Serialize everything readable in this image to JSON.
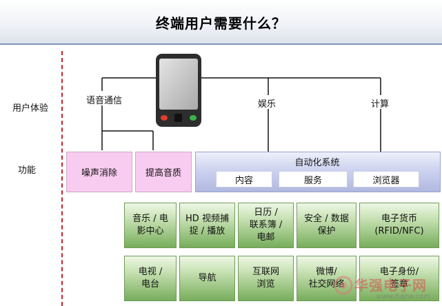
{
  "title": "终端用户需要什么？",
  "rows": {
    "experience": "用户体验",
    "functions": "功能"
  },
  "experience": {
    "voice": "语音通信",
    "entertainment": "娱乐",
    "computing": "计算"
  },
  "voice_functions": [
    "噪声消除",
    "提高音质"
  ],
  "automation": {
    "title": "自动化系统",
    "items": [
      "内容",
      "服务",
      "浏览器"
    ]
  },
  "applications": [
    [
      "音乐 / 电\n影中心",
      "HD 视频捕\n捉 / 播放",
      "日历 /\n联系簿 /\n电邮",
      "安全 / 数据\n保护",
      "电子货币\n(RFID/NFC)"
    ],
    [
      "电视 /\n电台",
      "导航",
      "互联网\n浏览",
      "微博/\n社交网络",
      "电子身份/\n签章"
    ]
  ],
  "watermark": {
    "text": "华强电子网",
    "url": "www.hqew.com"
  },
  "colors": {
    "divider": "#c0242a",
    "pink": "#f8ccf0",
    "blue_panel": "#b0b8e0",
    "green": "#78ad5c",
    "button_left": "#e23c2c",
    "button_right": "#3cb44a"
  }
}
